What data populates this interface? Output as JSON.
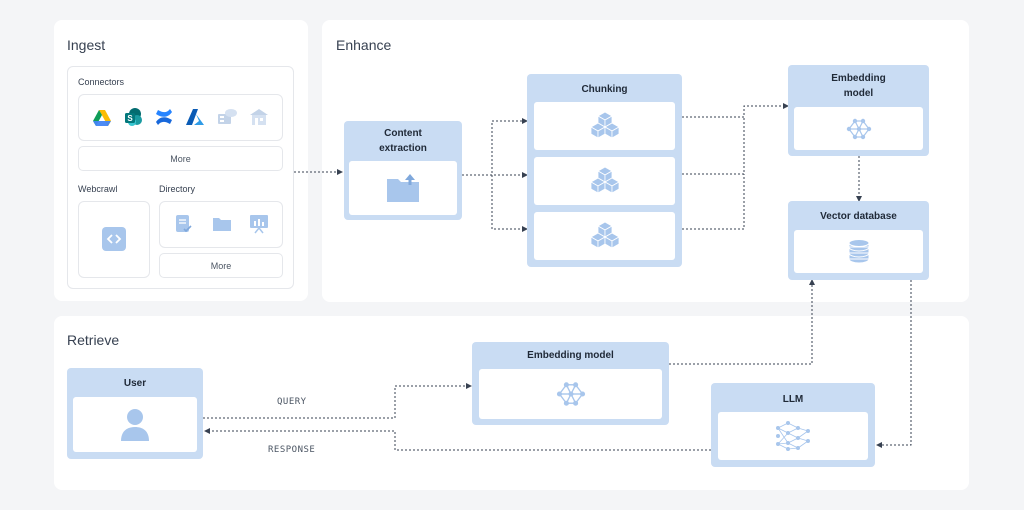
{
  "sections": {
    "ingest": {
      "title": "Ingest"
    },
    "enhance": {
      "title": "Enhance"
    },
    "retrieve": {
      "title": "Retrieve"
    }
  },
  "ingest": {
    "connectors_label": "Connectors",
    "connector_icons": [
      "google-drive-icon",
      "sharepoint-icon",
      "confluence-icon",
      "azure-icon",
      "database-cloud-icon",
      "building-icon"
    ],
    "connectors_more": "More",
    "webcrawl_label": "Webcrawl",
    "webcrawl_icon": "code-icon",
    "directory_label": "Directory",
    "directory_icons": [
      "document-check-icon",
      "folder-icon",
      "presentation-icon"
    ],
    "directory_more": "More"
  },
  "nodes": {
    "content_extraction": "Content extraction",
    "chunking": "Chunking",
    "embedding_model_enhance": "Embedding model",
    "vector_database": "Vector database",
    "user": "User",
    "embedding_model_retrieve": "Embedding model",
    "llm": "LLM"
  },
  "edges": {
    "query": "QUERY",
    "response": "RESPONSE"
  },
  "colors": {
    "card": "#c9dcf3",
    "icon": "#a8c6ec",
    "wire": "#374151",
    "panel": "#ffffff",
    "background": "#f4f5f7"
  }
}
